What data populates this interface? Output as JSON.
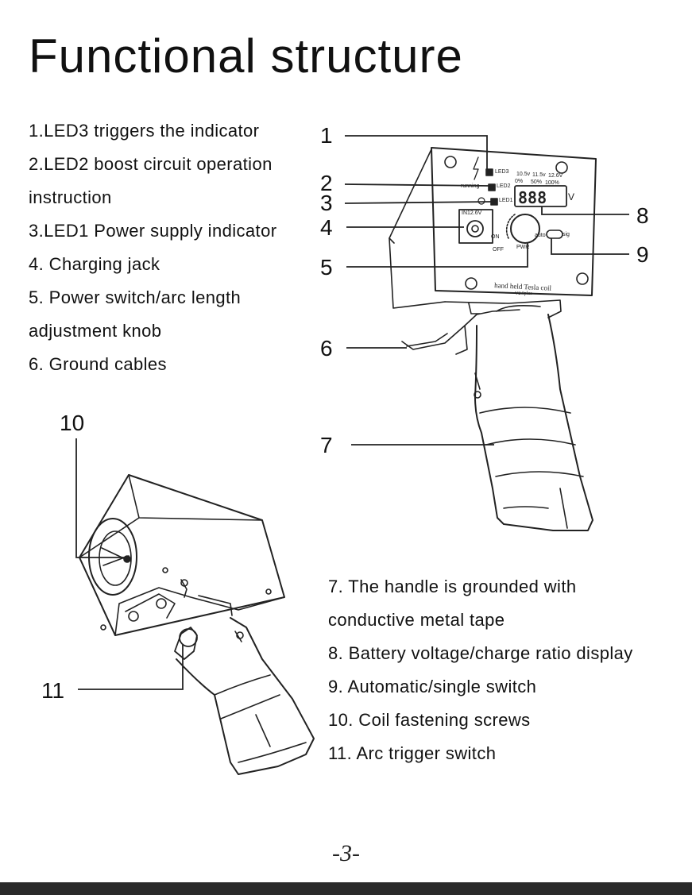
{
  "title": "Functional structure",
  "descriptions_left": [
    "1.LED3 triggers the indicator",
    "2.LED2 boost circuit operation",
    "instruction",
    "3.LED1 Power supply indicator",
    "4. Charging jack",
    "5. Power switch/arc length",
    "adjustment knob",
    "6. Ground cables"
  ],
  "descriptions_right": [
    "7. The handle is grounded with",
    "conductive metal tape",
    "8. Battery voltage/charge ratio display",
    "9. Automatic/single switch",
    "10. Coil fastening screws",
    "11. Arc trigger switch"
  ],
  "callouts": {
    "c1": "1",
    "c2": "2",
    "c3": "3",
    "c4": "4",
    "c5": "5",
    "c6": "6",
    "c7": "7",
    "c8": "8",
    "c9": "9",
    "c10": "10",
    "c11": "11"
  },
  "device_labels": {
    "input": "IN12.6V",
    "on": "ON",
    "off": "OFF",
    "pwr": "PWR",
    "running": "running",
    "led3": "LED3",
    "led2": "LED2",
    "led1": "LED1",
    "display": "888",
    "volt_unit": "V",
    "v1": "10.5v",
    "v2": "11.5v",
    "v3": "12.6V",
    "p1": "0%",
    "p2": "50%",
    "p3": "100%",
    "auto": "auto",
    "sig": "sig",
    "brand": "hand held Tesla coil",
    "version": "V2.0plus"
  },
  "page_number": "-3-"
}
